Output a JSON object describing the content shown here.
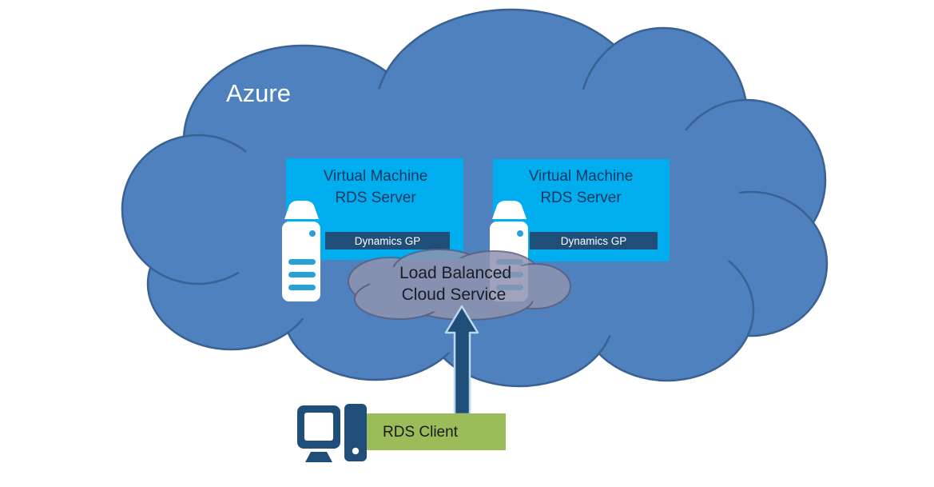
{
  "colors": {
    "canvas_bg": "#FFFFFF",
    "cloud_fill": "#4E81BD",
    "cloud_stroke": "#3A6191",
    "vm_box_fill": "#00AEEF",
    "badge_fill": "#1F4E79",
    "badge_text_color": "#FFFFFF",
    "small_cloud_fill": "#9094B0",
    "small_cloud_stroke": "#5D607E",
    "arrow_fill": "#1F4E79",
    "arrow_outline": "#BDD7EE",
    "client_box_fill": "#9CBB59",
    "icon_navy": "#1F4E79",
    "server_accent": "#2B9FD8",
    "vm_text_color": "#17375E",
    "azure_text_color": "#FFFFFF",
    "lb_text_color": "#1B1B26",
    "client_text_color": "#1A1A1A"
  },
  "azure_cloud": {
    "label": "Azure"
  },
  "vm_servers": [
    {
      "title_line1": "Virtual Machine",
      "title_line2": "RDS Server",
      "app_badge": "Dynamics GP"
    },
    {
      "title_line1": "Virtual Machine",
      "title_line2": "RDS Server",
      "app_badge": "Dynamics GP"
    }
  ],
  "load_balancer": {
    "label_line1": "Load Balanced",
    "label_line2": "Cloud Service"
  },
  "rds_client": {
    "label": "RDS Client"
  }
}
